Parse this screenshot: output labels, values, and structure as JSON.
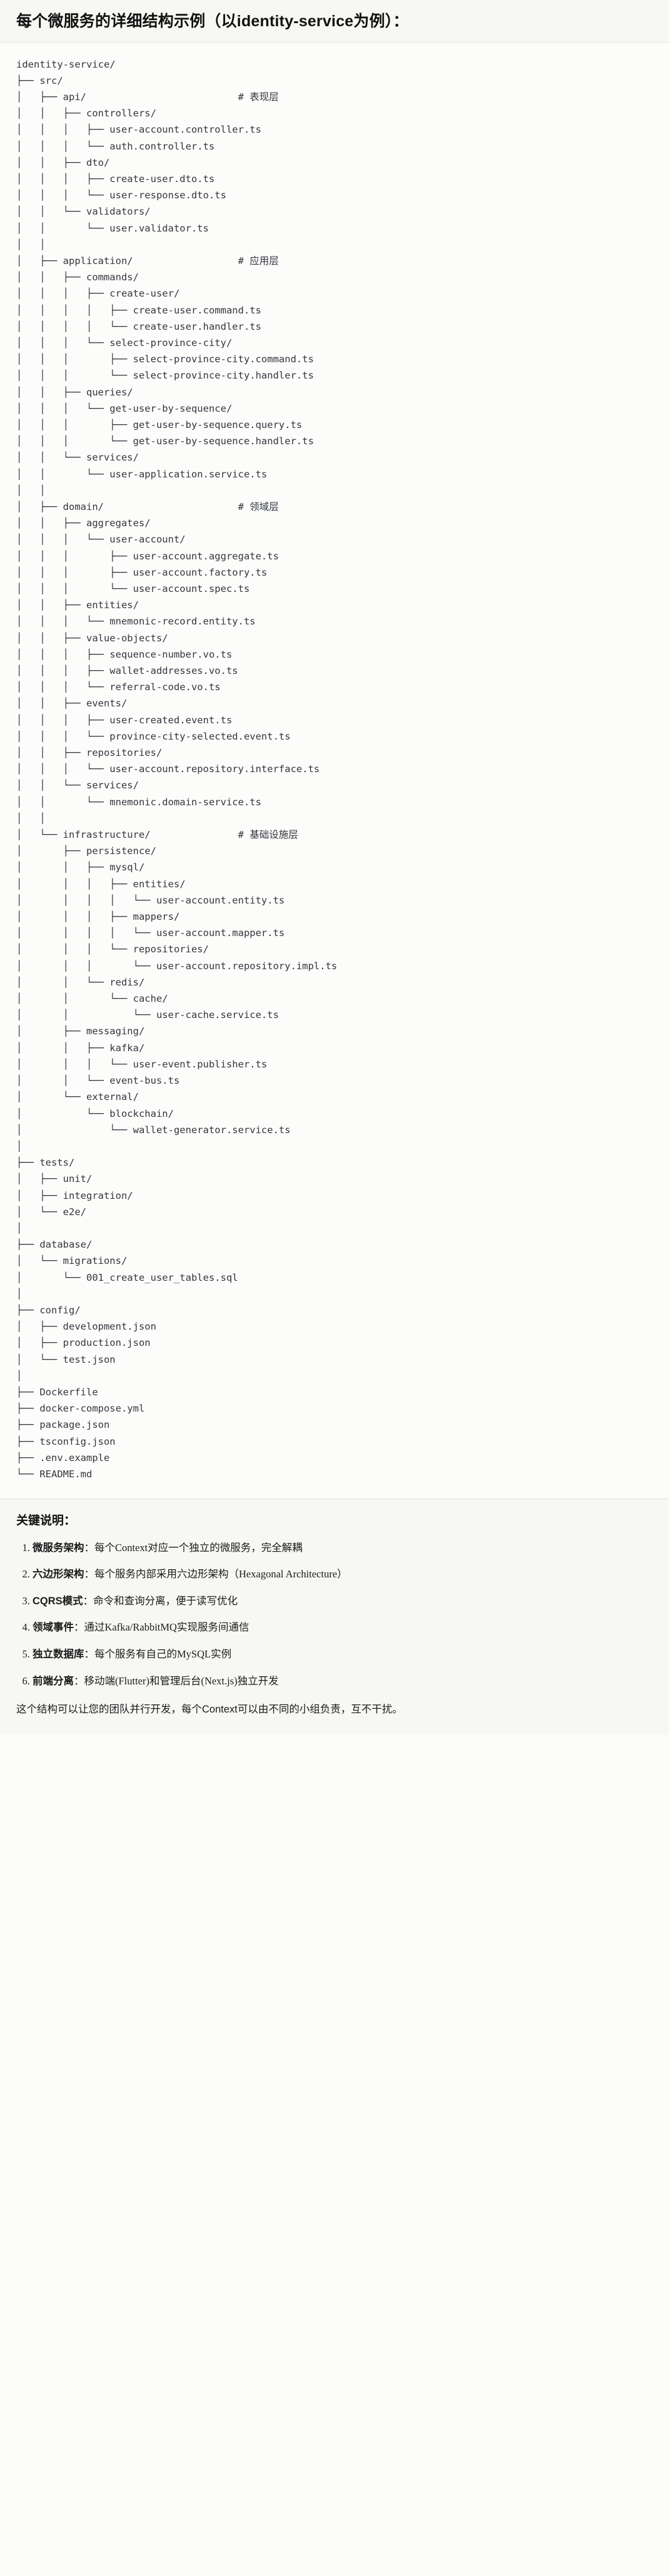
{
  "header": {
    "title": "每个微服务的详细结构示例（以identity-service为例）："
  },
  "tree": {
    "root": "identity-service/",
    "language": "text",
    "comments": {
      "api": "# 表现层",
      "application": "# 应用层",
      "domain": "# 领域层",
      "infrastructure": "# 基础设施层"
    },
    "text": "identity-service/\n├── src/\n│   ├── api/                          # 表现层\n│   │   ├── controllers/\n│   │   │   ├── user-account.controller.ts\n│   │   │   └── auth.controller.ts\n│   │   ├── dto/\n│   │   │   ├── create-user.dto.ts\n│   │   │   └── user-response.dto.ts\n│   │   └── validators/\n│   │       └── user.validator.ts\n│   │\n│   ├── application/                  # 应用层\n│   │   ├── commands/\n│   │   │   ├── create-user/\n│   │   │   │   ├── create-user.command.ts\n│   │   │   │   └── create-user.handler.ts\n│   │   │   └── select-province-city/\n│   │   │       ├── select-province-city.command.ts\n│   │   │       └── select-province-city.handler.ts\n│   │   ├── queries/\n│   │   │   └── get-user-by-sequence/\n│   │   │       ├── get-user-by-sequence.query.ts\n│   │   │       └── get-user-by-sequence.handler.ts\n│   │   └── services/\n│   │       └── user-application.service.ts\n│   │\n│   ├── domain/                       # 领域层\n│   │   ├── aggregates/\n│   │   │   └── user-account/\n│   │   │       ├── user-account.aggregate.ts\n│   │   │       ├── user-account.factory.ts\n│   │   │       └── user-account.spec.ts\n│   │   ├── entities/\n│   │   │   └── mnemonic-record.entity.ts\n│   │   ├── value-objects/\n│   │   │   ├── sequence-number.vo.ts\n│   │   │   ├── wallet-addresses.vo.ts\n│   │   │   └── referral-code.vo.ts\n│   │   ├── events/\n│   │   │   ├── user-created.event.ts\n│   │   │   └── province-city-selected.event.ts\n│   │   ├── repositories/\n│   │   │   └── user-account.repository.interface.ts\n│   │   └── services/\n│   │       └── mnemonic.domain-service.ts\n│   │\n│   └── infrastructure/               # 基础设施层\n│       ├── persistence/\n│       │   ├── mysql/\n│       │   │   ├── entities/\n│       │   │   │   └── user-account.entity.ts\n│       │   │   ├── mappers/\n│       │   │   │   └── user-account.mapper.ts\n│       │   │   └── repositories/\n│       │   │       └── user-account.repository.impl.ts\n│       │   └── redis/\n│       │       └── cache/\n│       │           └── user-cache.service.ts\n│       ├── messaging/\n│       │   ├── kafka/\n│       │   │   └── user-event.publisher.ts\n│       │   └── event-bus.ts\n│       └── external/\n│           └── blockchain/\n│               └── wallet-generator.service.ts\n│\n├── tests/\n│   ├── unit/\n│   ├── integration/\n│   └── e2e/\n│\n├── database/\n│   └── migrations/\n│       └── 001_create_user_tables.sql\n│\n├── config/\n│   ├── development.json\n│   ├── production.json\n│   └── test.json\n│\n├── Dockerfile\n├── docker-compose.yml\n├── package.json\n├── tsconfig.json\n├── .env.example\n└── README.md"
  },
  "notes": {
    "title": "关键说明：",
    "items": [
      {
        "key": "微服务架构",
        "sep": "：",
        "value": "每个Context对应一个独立的微服务，完全解耦"
      },
      {
        "key": "六边形架构",
        "sep": "：",
        "value": "每个服务内部采用六边形架构（Hexagonal Architecture）"
      },
      {
        "key": "CQRS模式",
        "sep": "：",
        "value": "命令和查询分离，便于读写优化"
      },
      {
        "key": "领域事件",
        "sep": "：",
        "value": "通过Kafka/RabbitMQ实现服务间通信"
      },
      {
        "key": "独立数据库",
        "sep": "：",
        "value": "每个服务有自己的MySQL实例"
      },
      {
        "key": "前端分离",
        "sep": "：",
        "value": "移动端(Flutter)和管理后台(Next.js)独立开发"
      }
    ],
    "closing": "这个结构可以让您的团队并行开发，每个Context可以由不同的小组负责，互不干扰。"
  }
}
